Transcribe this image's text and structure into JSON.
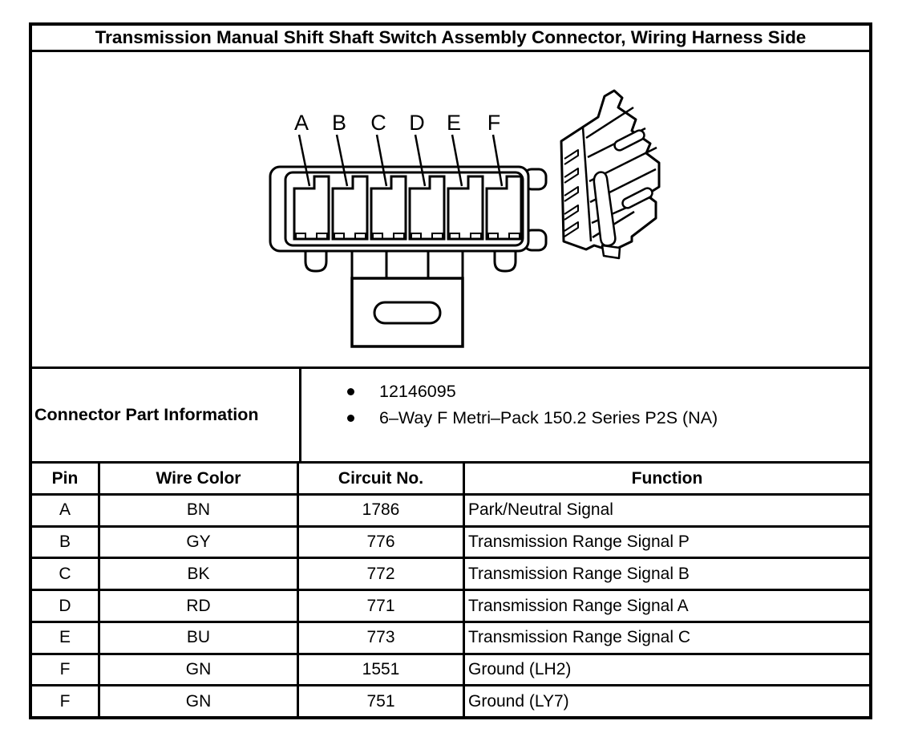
{
  "title": "Transmission Manual Shift Shaft Switch Assembly Connector, Wiring Harness Side",
  "colors": {
    "ink": "#000000",
    "paper": "#ffffff"
  },
  "diagram": {
    "description": "6-cavity connector, front view with pin callouts and isometric side view",
    "pin_labels": [
      "A",
      "B",
      "C",
      "D",
      "E",
      "F"
    ]
  },
  "part_info": {
    "label": "Connector Part Information",
    "items": [
      "12146095",
      "6–Way F Metri–Pack 150.2 Series P2S (NA)"
    ]
  },
  "table": {
    "headers": [
      "Pin",
      "Wire Color",
      "Circuit No.",
      "Function"
    ],
    "rows": [
      [
        "A",
        "BN",
        "1786",
        "Park/Neutral Signal"
      ],
      [
        "B",
        "GY",
        "776",
        "Transmission Range Signal P"
      ],
      [
        "C",
        "BK",
        "772",
        "Transmission Range Signal B"
      ],
      [
        "D",
        "RD",
        "771",
        "Transmission Range Signal A"
      ],
      [
        "E",
        "BU",
        "773",
        "Transmission Range Signal C"
      ],
      [
        "F",
        "GN",
        "1551",
        "Ground (LH2)"
      ],
      [
        "F",
        "GN",
        "751",
        "Ground (LY7)"
      ]
    ]
  }
}
